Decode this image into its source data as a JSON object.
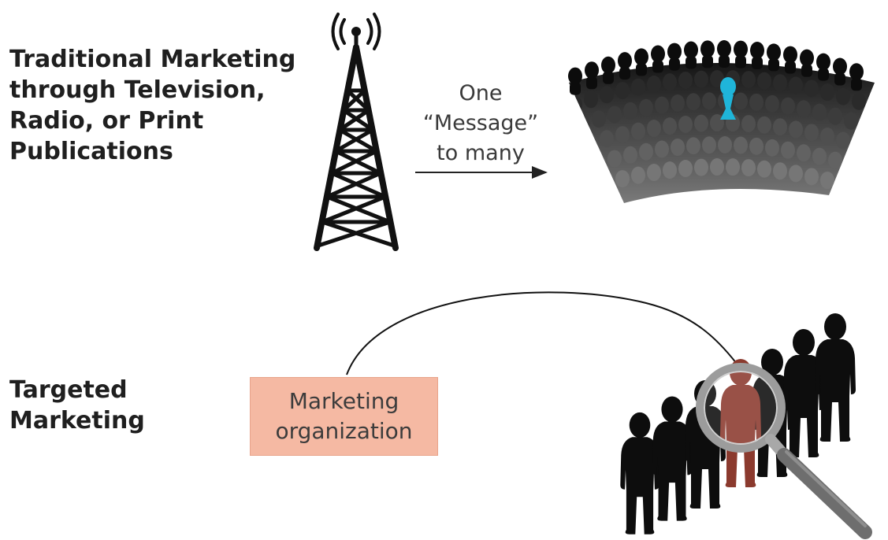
{
  "traditional": {
    "heading_lines": [
      "Traditional Marketing",
      "through Television,",
      "Radio, or Print",
      "Publications"
    ],
    "arrow_label_lines": [
      "One",
      "“Message”",
      "to many"
    ]
  },
  "targeted": {
    "heading_lines": [
      "Targeted",
      "Marketing"
    ],
    "organization_lines": [
      "Marketing",
      "organization"
    ]
  },
  "colors": {
    "text": "#1f1f1f",
    "organization_box": "#f5b9a3",
    "highlighted_audience_member": "#1fb5d9",
    "targeted_person": "#8b3a2e",
    "people": "#111111"
  },
  "icons": [
    "broadcast-tower-icon",
    "audience-crowd-icon",
    "magnifying-glass-icon",
    "people-line-icon"
  ]
}
